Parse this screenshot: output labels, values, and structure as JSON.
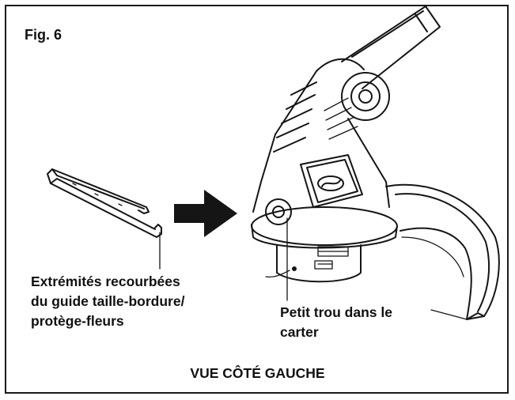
{
  "figure": {
    "label": "Fig. 6"
  },
  "callouts": {
    "bent_ends": [
      "Extrémités recourbées",
      "du guide taille-bordure/",
      "protège-fleurs"
    ],
    "small_hole": [
      "Petit trou dans le",
      "carter"
    ]
  },
  "caption": "VUE CÔTÉ GAUCHE",
  "icons": [
    "edge-guide-wire-icon",
    "arrow-right-icon",
    "string-trimmer-head-icon"
  ]
}
